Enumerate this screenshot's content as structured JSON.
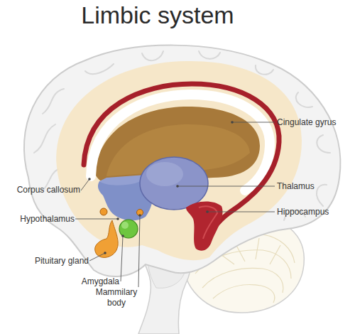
{
  "diagram": {
    "title": "Limbic system",
    "labels": [
      "Cingulate gyrus",
      "Thalamus",
      "Corpus callosum",
      "Hippocampus",
      "Hypothalamus",
      "Pituitary gland",
      "Amygdala",
      "Mammilary body"
    ]
  }
}
